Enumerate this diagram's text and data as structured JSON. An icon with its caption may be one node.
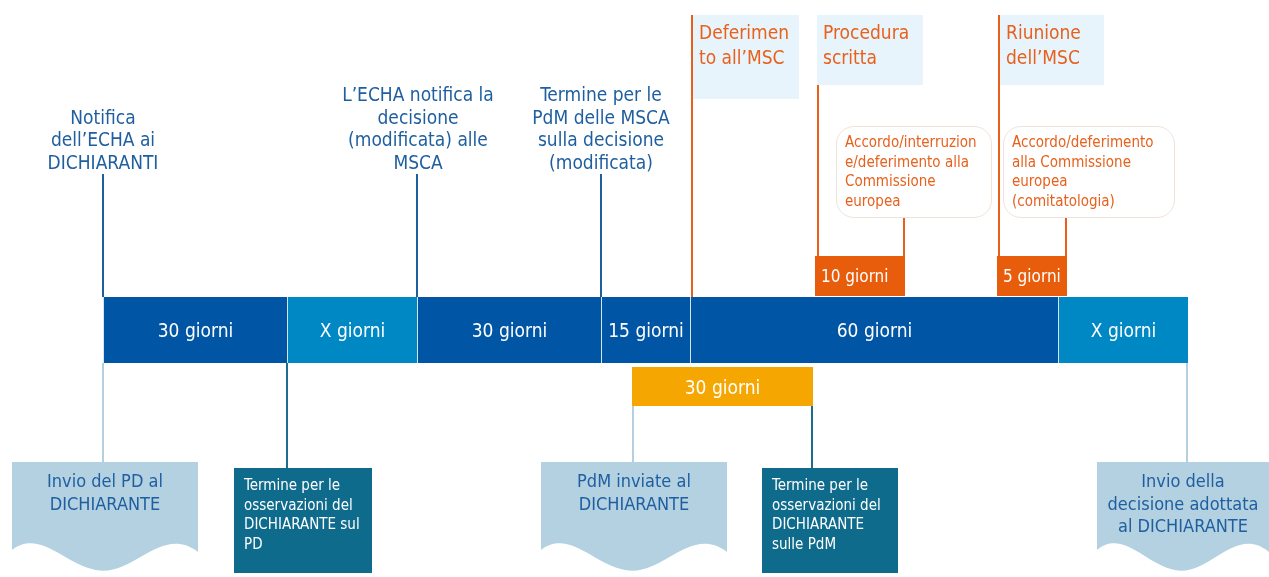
{
  "diagram": {
    "nodes": [
      {
        "text": [
          "Notifica dell’ECHA ai DICHIARANTI"
        ]
      },
      {
        "text": [
          "L’ECHA notifica la decisione (modificata) alle MSCA"
        ]
      },
      {
        "text": [
          "Termine per le PdM delle MSCA sulla decisione (modificata)"
        ]
      },
      {
        "text": [
          "Deferimento all’MSC"
        ]
      },
      {
        "text": [
          "Procedura scritta"
        ]
      },
      {
        "text": [
          "Riunione dell’MSC"
        ]
      },
      {
        "text": [
          "Accordo/interruzione/deferimento alla Commissione europea"
        ]
      },
      {
        "text": [
          "Accordo/deferimento alla Commissione europea (comitatologia)"
        ]
      },
      {
        "text": [
          "10 giorni"
        ]
      },
      {
        "text": [
          "5 giorni"
        ]
      },
      {
        "text": [
          "30 giorni"
        ]
      },
      {
        "text": [
          "X giorni"
        ]
      },
      {
        "text": [
          "30 giorni"
        ]
      },
      {
        "text": [
          "15 giorni"
        ]
      },
      {
        "text": [
          "60 giorni"
        ]
      },
      {
        "text": [
          "X giorni"
        ]
      },
      {
        "text": [
          "30 giorni"
        ]
      },
      {
        "text": [
          "Invio del PD al DICHIARANTE"
        ]
      },
      {
        "text": [
          "Termine per le osservazioni del DICHIARANTE sul PD"
        ]
      },
      {
        "text": [
          "PdM inviate al DICHIARANTE"
        ]
      },
      {
        "text": [
          "Termine per le osservazioni del DICHIARANTE sulle PdM"
        ]
      },
      {
        "text": [
          "Invio della decisione adottata al DICHIARANTE"
        ]
      }
    ],
    "edges": [
      {
        "from": 0,
        "to": 10,
        "arrow": "none",
        "color": "#1f5fa0"
      },
      {
        "from": 1,
        "to": 12,
        "arrow": "none",
        "color": "#1f5fa0"
      },
      {
        "from": 2,
        "to": 13,
        "arrow": "none",
        "color": "#1f5fa0"
      },
      {
        "from": 3,
        "to": 14,
        "arrow": "none",
        "color": "#e8601c"
      },
      {
        "from": 4,
        "to": 8,
        "arrow": "none",
        "color": "#e8601c"
      },
      {
        "from": 6,
        "to": 8,
        "arrow": "none",
        "color": "#e8601c"
      },
      {
        "from": 5,
        "to": 9,
        "arrow": "none",
        "color": "#e8601c"
      },
      {
        "from": 7,
        "to": 9,
        "arrow": "none",
        "color": "#e8601c"
      },
      {
        "from": 10,
        "to": 17,
        "arrow": "none",
        "color": "#b5cfe0"
      },
      {
        "from": 11,
        "to": 18,
        "arrow": "none",
        "color": "#1a6f8f"
      },
      {
        "from": 16,
        "to": 19,
        "arrow": "none",
        "color": "#b5cfe0"
      },
      {
        "from": 16,
        "to": 20,
        "arrow": "none",
        "color": "#1a6f8f"
      },
      {
        "from": 15,
        "to": 21,
        "arrow": "none",
        "color": "#b5cfe0"
      }
    ]
  }
}
